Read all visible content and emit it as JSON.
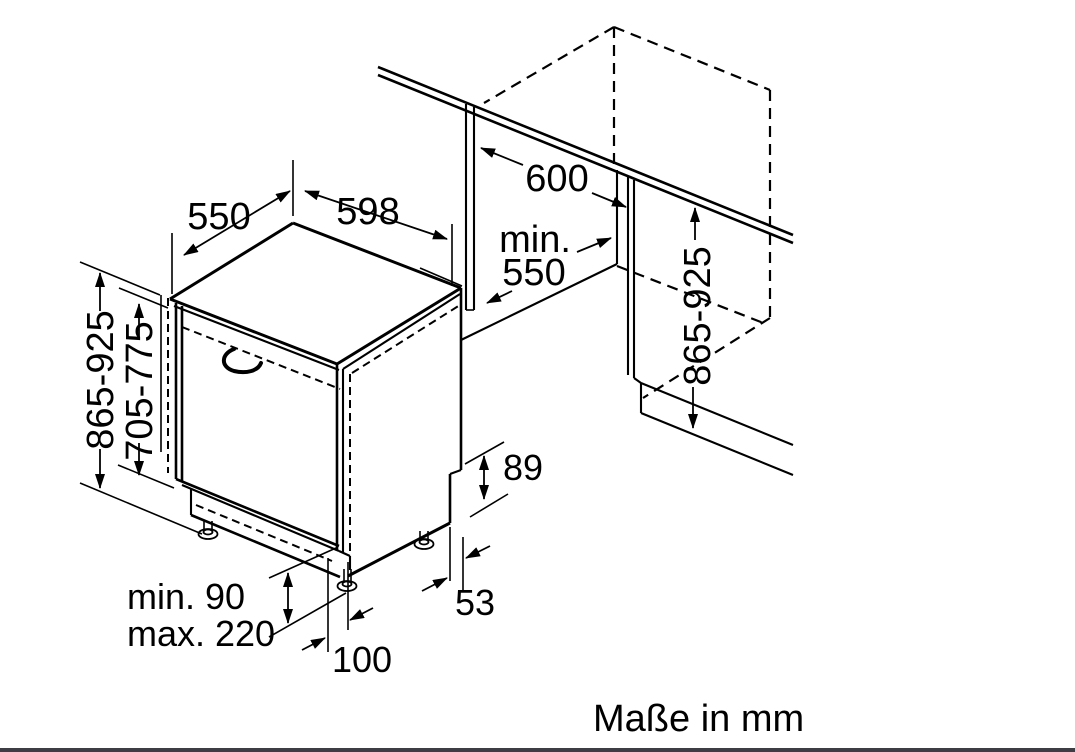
{
  "footer": {
    "note": "Maße in mm"
  },
  "dimensions": {
    "top_depth": "550",
    "top_width": "598",
    "counter_depth": "600",
    "niche_depth_prefix": "min.",
    "niche_depth_value": "550",
    "niche_height_right": "865-925",
    "appliance_height": "865-925",
    "door_panel_height": "705-775",
    "side_recess_height": "89",
    "side_recess_depth": "53",
    "base_recess_depth": "100",
    "plinth_height_min": "min. 90",
    "plinth_height_max": "max. 220"
  },
  "colors": {
    "line": "#000000",
    "background": "#ffffff",
    "border_bottom": "#3d3d46"
  }
}
